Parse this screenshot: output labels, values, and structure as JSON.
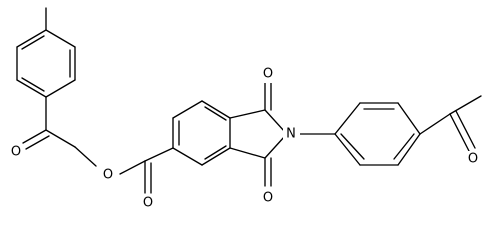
{
  "structure": {
    "type": "chemical-structure",
    "stroke_color": "#000000",
    "background_color": "#ffffff",
    "atoms": {
      "o_ketone_left": "O",
      "o_ester": "O",
      "o_ester_carbonyl": "O",
      "o_imide_top": "O",
      "n_imide": "N",
      "o_imide_bottom": "O",
      "o_acetyl": "O"
    }
  }
}
